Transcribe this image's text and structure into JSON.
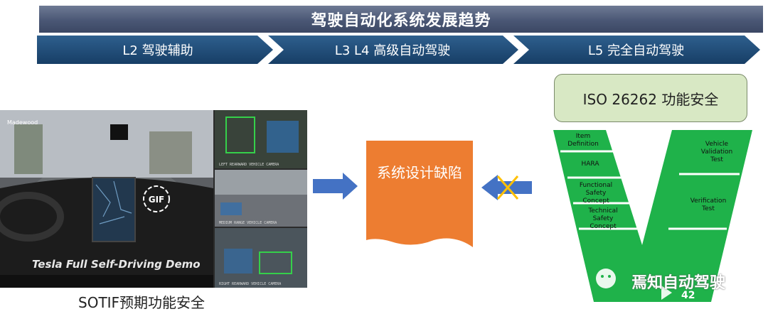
{
  "title": "驾驶自动化系统发展趋势",
  "stages": [
    {
      "label": "L2 驾驶辅助"
    },
    {
      "label": "L3 L4 高级自动驾驶"
    },
    {
      "label": "L5 完全自动驾驶"
    }
  ],
  "photo": {
    "overlay_text": "Tesla Full Self-Driving Demo",
    "gif_badge": "GIF",
    "camera_labels": [
      "LEFT REARWARD VEHICLE CAMERA",
      "MEDIUM RANGE VEHICLE CAMERA",
      "RIGHT REARWARD VEHICLE CAMERA"
    ],
    "street_label": "Madewood"
  },
  "caption": "SOTIF预期功能安全",
  "document": {
    "label": "系统设计缺陷"
  },
  "iso_box": {
    "label": "ISO 26262 功能安全"
  },
  "v_model": {
    "left": [
      "Item Definition",
      "HARA",
      "Functional Safety Concept",
      "Technical Safety Concept"
    ],
    "right": [
      "Vehicle Validation Test",
      "Verification Test"
    ]
  },
  "watermark": {
    "text": "焉知自动驾驶",
    "logo_number": "42"
  },
  "colors": {
    "title_bar": "#4a5775",
    "chevron": "#1f4e79",
    "arrow_blue": "#4472c4",
    "doc_orange": "#ed7d31",
    "cross_yellow": "#ffc000",
    "iso_fill": "#d8e8c4",
    "v_green": "#1fb24a"
  }
}
